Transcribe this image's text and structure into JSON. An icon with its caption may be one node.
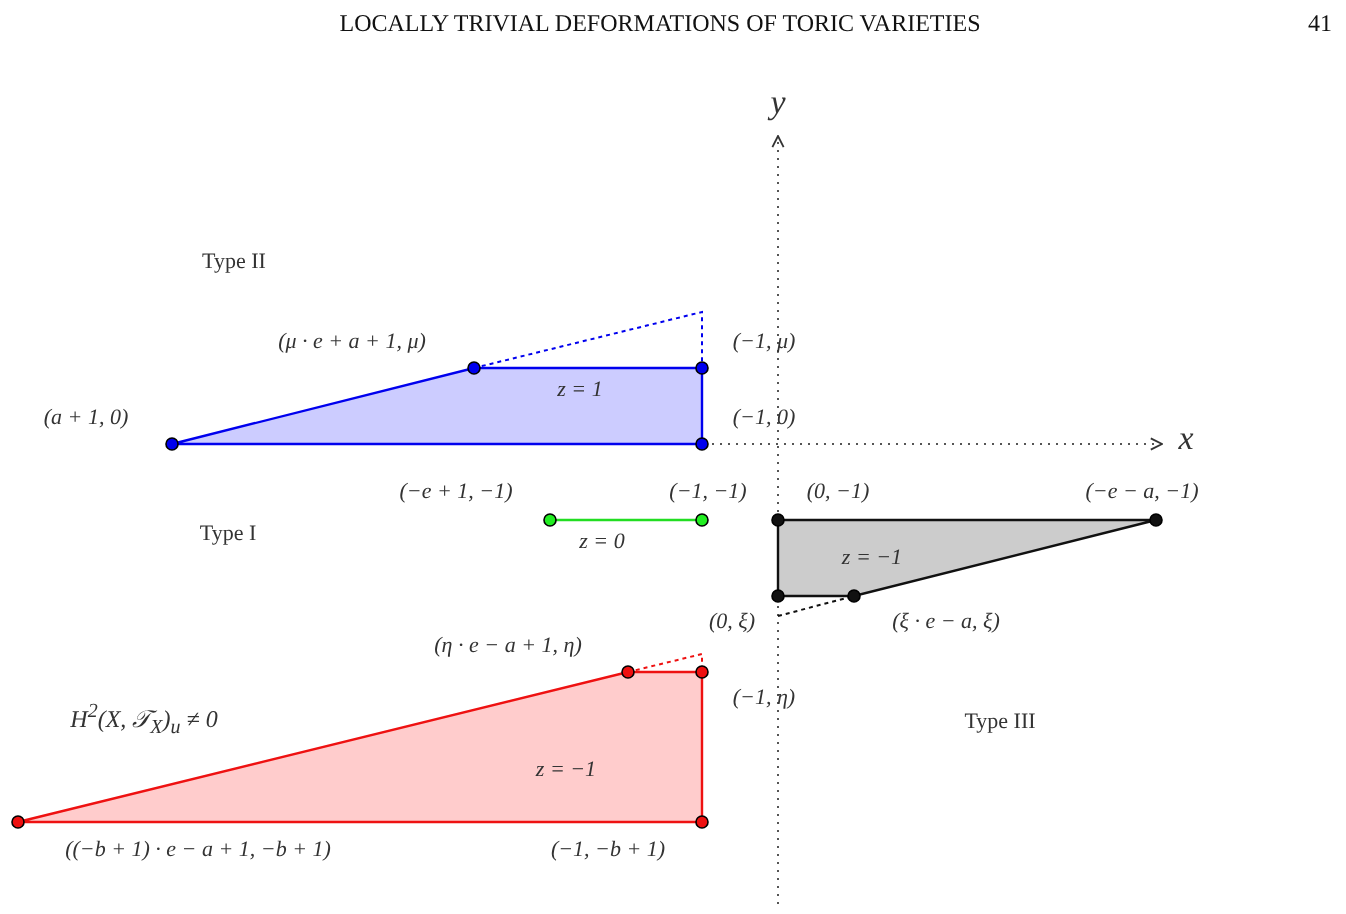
{
  "diagram": {
    "nodes": [
      {
        "text": [
          "z = 1"
        ]
      },
      {
        "text": [
          "z = 0"
        ]
      },
      {
        "text": [
          "z = −1"
        ]
      },
      {
        "text": [
          "z = −1"
        ]
      }
    ],
    "labels": [
      "LOCALLY TRIVIAL DEFORMATIONS OF TORIC VARIETIES",
      "41",
      "y",
      "Type II",
      "(μ · e + a + 1, μ)",
      "(−1, μ)",
      "(a + 1, 0)",
      "(−1, 0)",
      "x",
      "(−e + 1, −1)",
      "(−1, −1)",
      "(0, −1)",
      "(−e − a, −1)",
      "Type I",
      "(0, ξ)",
      "(ξ · e − a, ξ)",
      "(η · e − a + 1, η)",
      "H$^{2}$(X, 𝒯$_{X}$)$_{u}$ ≠ 0",
      "(−1, η)",
      "Type III",
      "((−b + 1) · e − a + 1, −b + 1)",
      "(−1, −b + 1)"
    ]
  }
}
